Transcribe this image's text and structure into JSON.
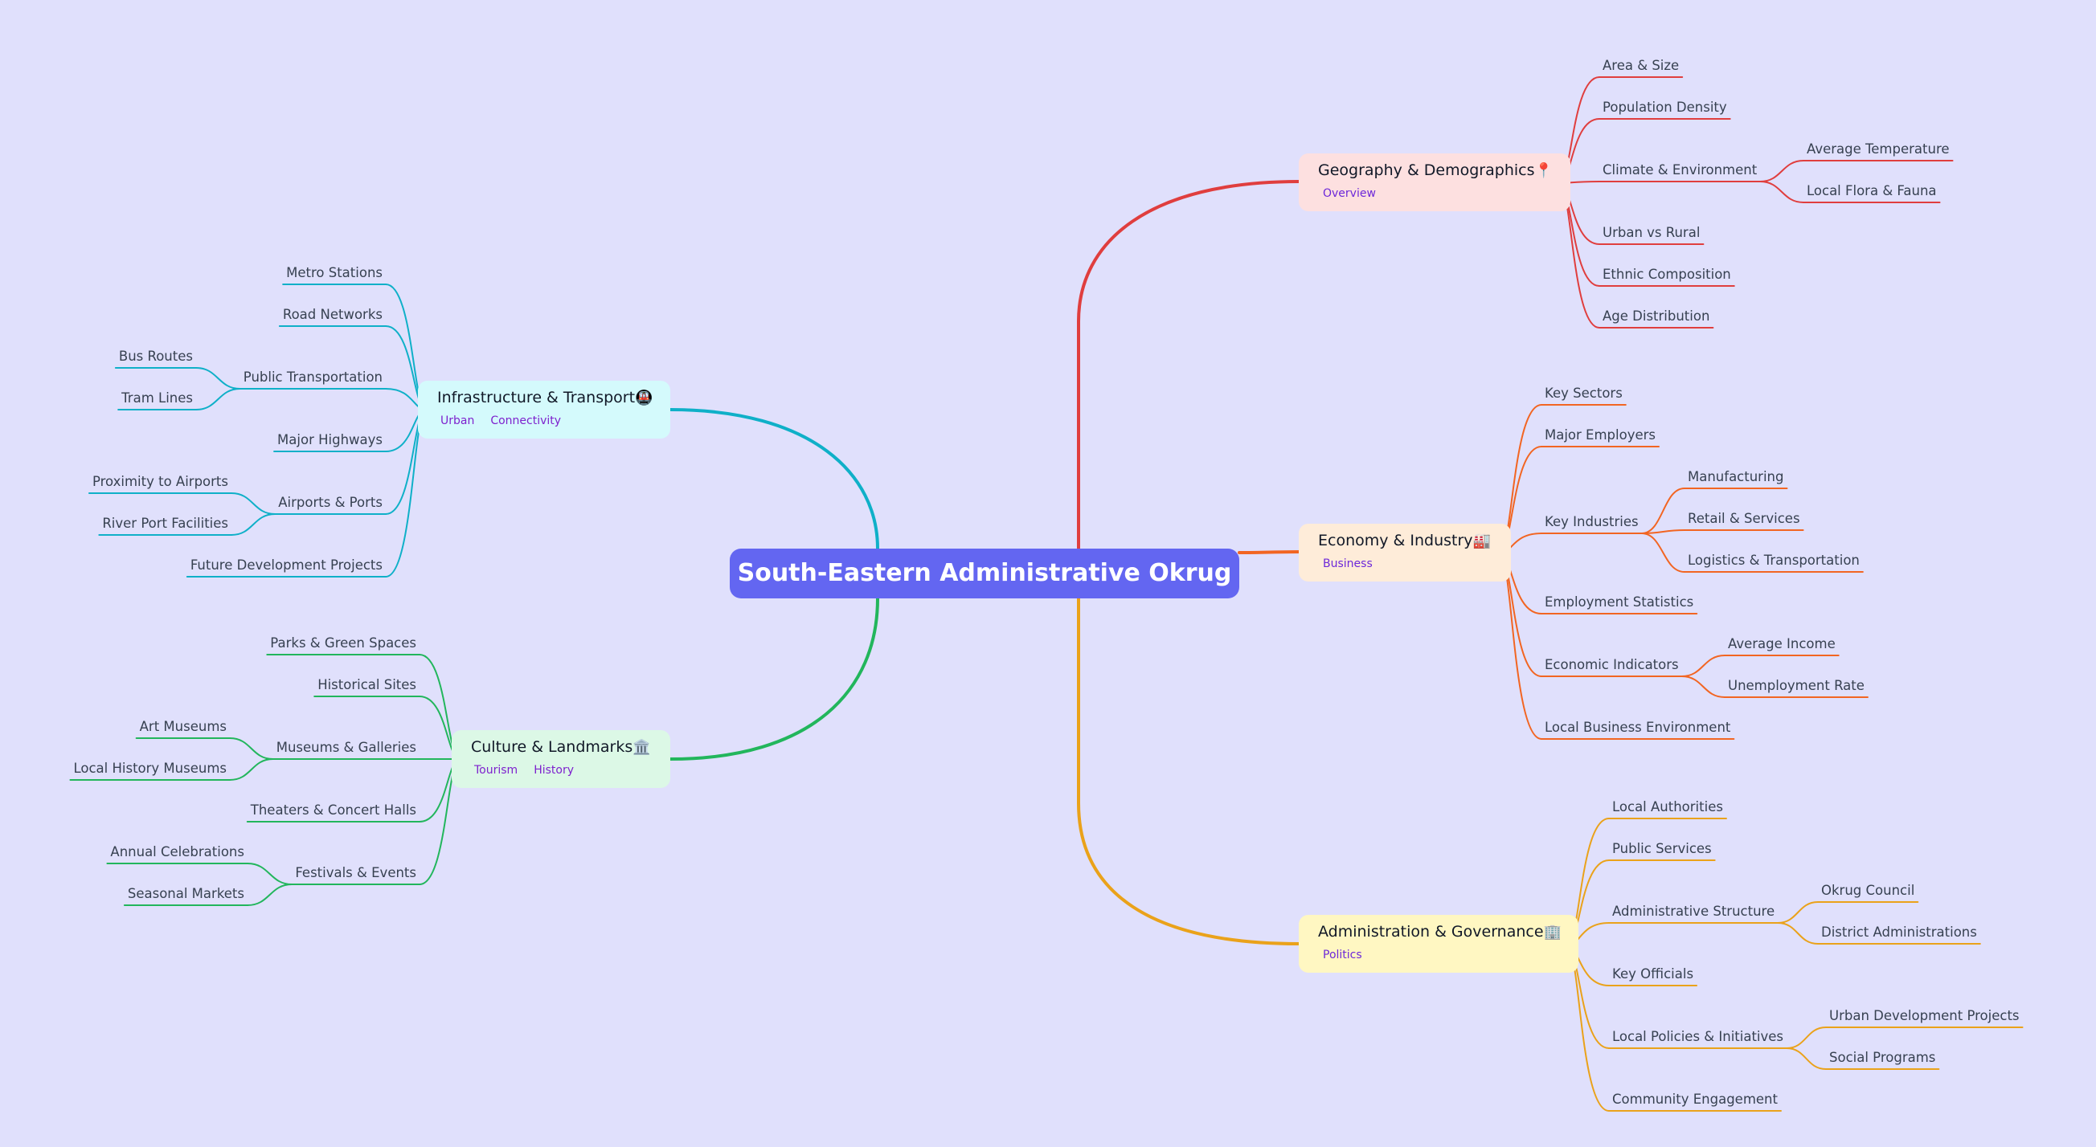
{
  "root": {
    "title": "South-Eastern Administrative Okrug"
  },
  "branches": [
    {
      "title": "Geography & Demographics",
      "icon": "📍",
      "tags": [
        "Overview"
      ],
      "color": "#e03e3e",
      "fill": "#fde0e0",
      "children": [
        {
          "label": "Area & Size"
        },
        {
          "label": "Population Density"
        },
        {
          "label": "Climate & Environment",
          "children": [
            {
              "label": "Average Temperature"
            },
            {
              "label": "Local Flora & Fauna"
            }
          ]
        },
        {
          "label": "Urban vs Rural"
        },
        {
          "label": "Ethnic Composition"
        },
        {
          "label": "Age Distribution"
        }
      ]
    },
    {
      "title": "Economy & Industry",
      "icon": "🏭",
      "tags": [
        "Business"
      ],
      "color": "#f26522",
      "fill": "#feecd9",
      "children": [
        {
          "label": "Key Sectors"
        },
        {
          "label": "Major Employers"
        },
        {
          "label": "Key Industries",
          "children": [
            {
              "label": "Manufacturing"
            },
            {
              "label": "Retail & Services"
            },
            {
              "label": "Logistics & Transportation"
            }
          ]
        },
        {
          "label": "Employment Statistics"
        },
        {
          "label": "Economic Indicators",
          "children": [
            {
              "label": "Average Income"
            },
            {
              "label": "Unemployment Rate"
            }
          ]
        },
        {
          "label": "Local Business Environment"
        }
      ]
    },
    {
      "title": "Administration & Governance",
      "icon": "🏢",
      "tags": [
        "Politics"
      ],
      "color": "#eaa21a",
      "fill": "#fff7c2",
      "children": [
        {
          "label": "Local Authorities"
        },
        {
          "label": "Public Services"
        },
        {
          "label": "Administrative Structure",
          "children": [
            {
              "label": "Okrug Council"
            },
            {
              "label": "District Administrations"
            }
          ]
        },
        {
          "label": "Key Officials"
        },
        {
          "label": "Local Policies & Initiatives",
          "children": [
            {
              "label": "Urban Development Projects"
            },
            {
              "label": "Social Programs"
            }
          ]
        },
        {
          "label": "Community Engagement"
        }
      ]
    },
    {
      "title": "Infrastructure & Transport",
      "icon": "🚇",
      "tags": [
        "Urban",
        "Connectivity"
      ],
      "color": "#0fb0c8",
      "fill": "#d4fafc",
      "children": [
        {
          "label": "Metro Stations"
        },
        {
          "label": "Road Networks"
        },
        {
          "label": "Public Transportation",
          "children": [
            {
              "label": "Bus Routes"
            },
            {
              "label": "Tram Lines"
            }
          ]
        },
        {
          "label": "Major Highways"
        },
        {
          "label": "Airports & Ports",
          "children": [
            {
              "label": "Proximity to Airports"
            },
            {
              "label": "River Port Facilities"
            }
          ]
        },
        {
          "label": "Future Development Projects"
        }
      ]
    },
    {
      "title": "Culture & Landmarks",
      "icon": "🏛️",
      "tags": [
        "Tourism",
        "History"
      ],
      "color": "#22b65c",
      "fill": "#dcf8e6",
      "children": [
        {
          "label": "Parks & Green Spaces"
        },
        {
          "label": "Historical Sites"
        },
        {
          "label": "Museums & Galleries",
          "children": [
            {
              "label": "Art Museums"
            },
            {
              "label": "Local History Museums"
            }
          ]
        },
        {
          "label": "Theaters & Concert Halls"
        },
        {
          "label": "Festivals & Events",
          "children": [
            {
              "label": "Annual Celebrations"
            },
            {
              "label": "Seasonal Markets"
            }
          ]
        }
      ]
    }
  ]
}
